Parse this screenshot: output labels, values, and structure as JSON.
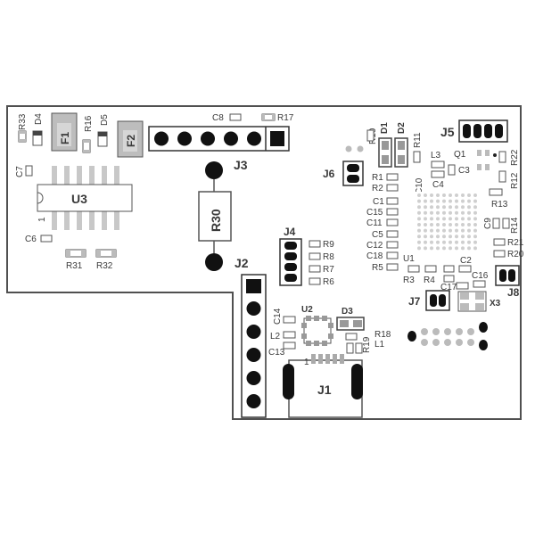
{
  "board": {
    "refs": {
      "R33": "R33",
      "D4": "D4",
      "F1": "F1",
      "R16": "R16",
      "D5": "D5",
      "F2": "F2",
      "C8": "C8",
      "R17": "R17",
      "J3": "J3",
      "C7": "C7",
      "U3": "U3",
      "pin1_u3": "1",
      "C6": "C6",
      "R31": "R31",
      "R32": "R32",
      "R30": "R30",
      "J2": "J2",
      "J4": "J4",
      "R9": "R9",
      "R8": "R8",
      "R7": "R7",
      "R6": "R6",
      "R10": "R10",
      "D1": "D1",
      "D2": "D2",
      "R11": "R11",
      "J5": "J5",
      "Q1": "Q1",
      "R22": "R22",
      "L3": "L3",
      "C3": "C3",
      "C10": "C10",
      "C4": "C4",
      "R12": "R12",
      "J6": "J6",
      "R1": "R1",
      "R2": "R2",
      "C1": "C1",
      "C15": "C15",
      "C11": "C11",
      "C5": "C5",
      "C12": "C12",
      "C18": "C18",
      "R5": "R5",
      "R3": "R3",
      "R4": "R4",
      "U1": "U1",
      "R13": "R13",
      "C9": "C9",
      "R14": "R14",
      "R21": "R21",
      "R20": "R20",
      "C2": "C2",
      "C16": "C16",
      "C17": "C17",
      "J8": "J8",
      "J7": "J7",
      "X3": "X3",
      "C14": "C14",
      "U2": "U2",
      "D3": "D3",
      "L2": "L2",
      "C13": "C13",
      "R18": "R18",
      "R19": "R19",
      "L1": "L1",
      "pin1_u2": "1",
      "J1": "J1"
    }
  }
}
